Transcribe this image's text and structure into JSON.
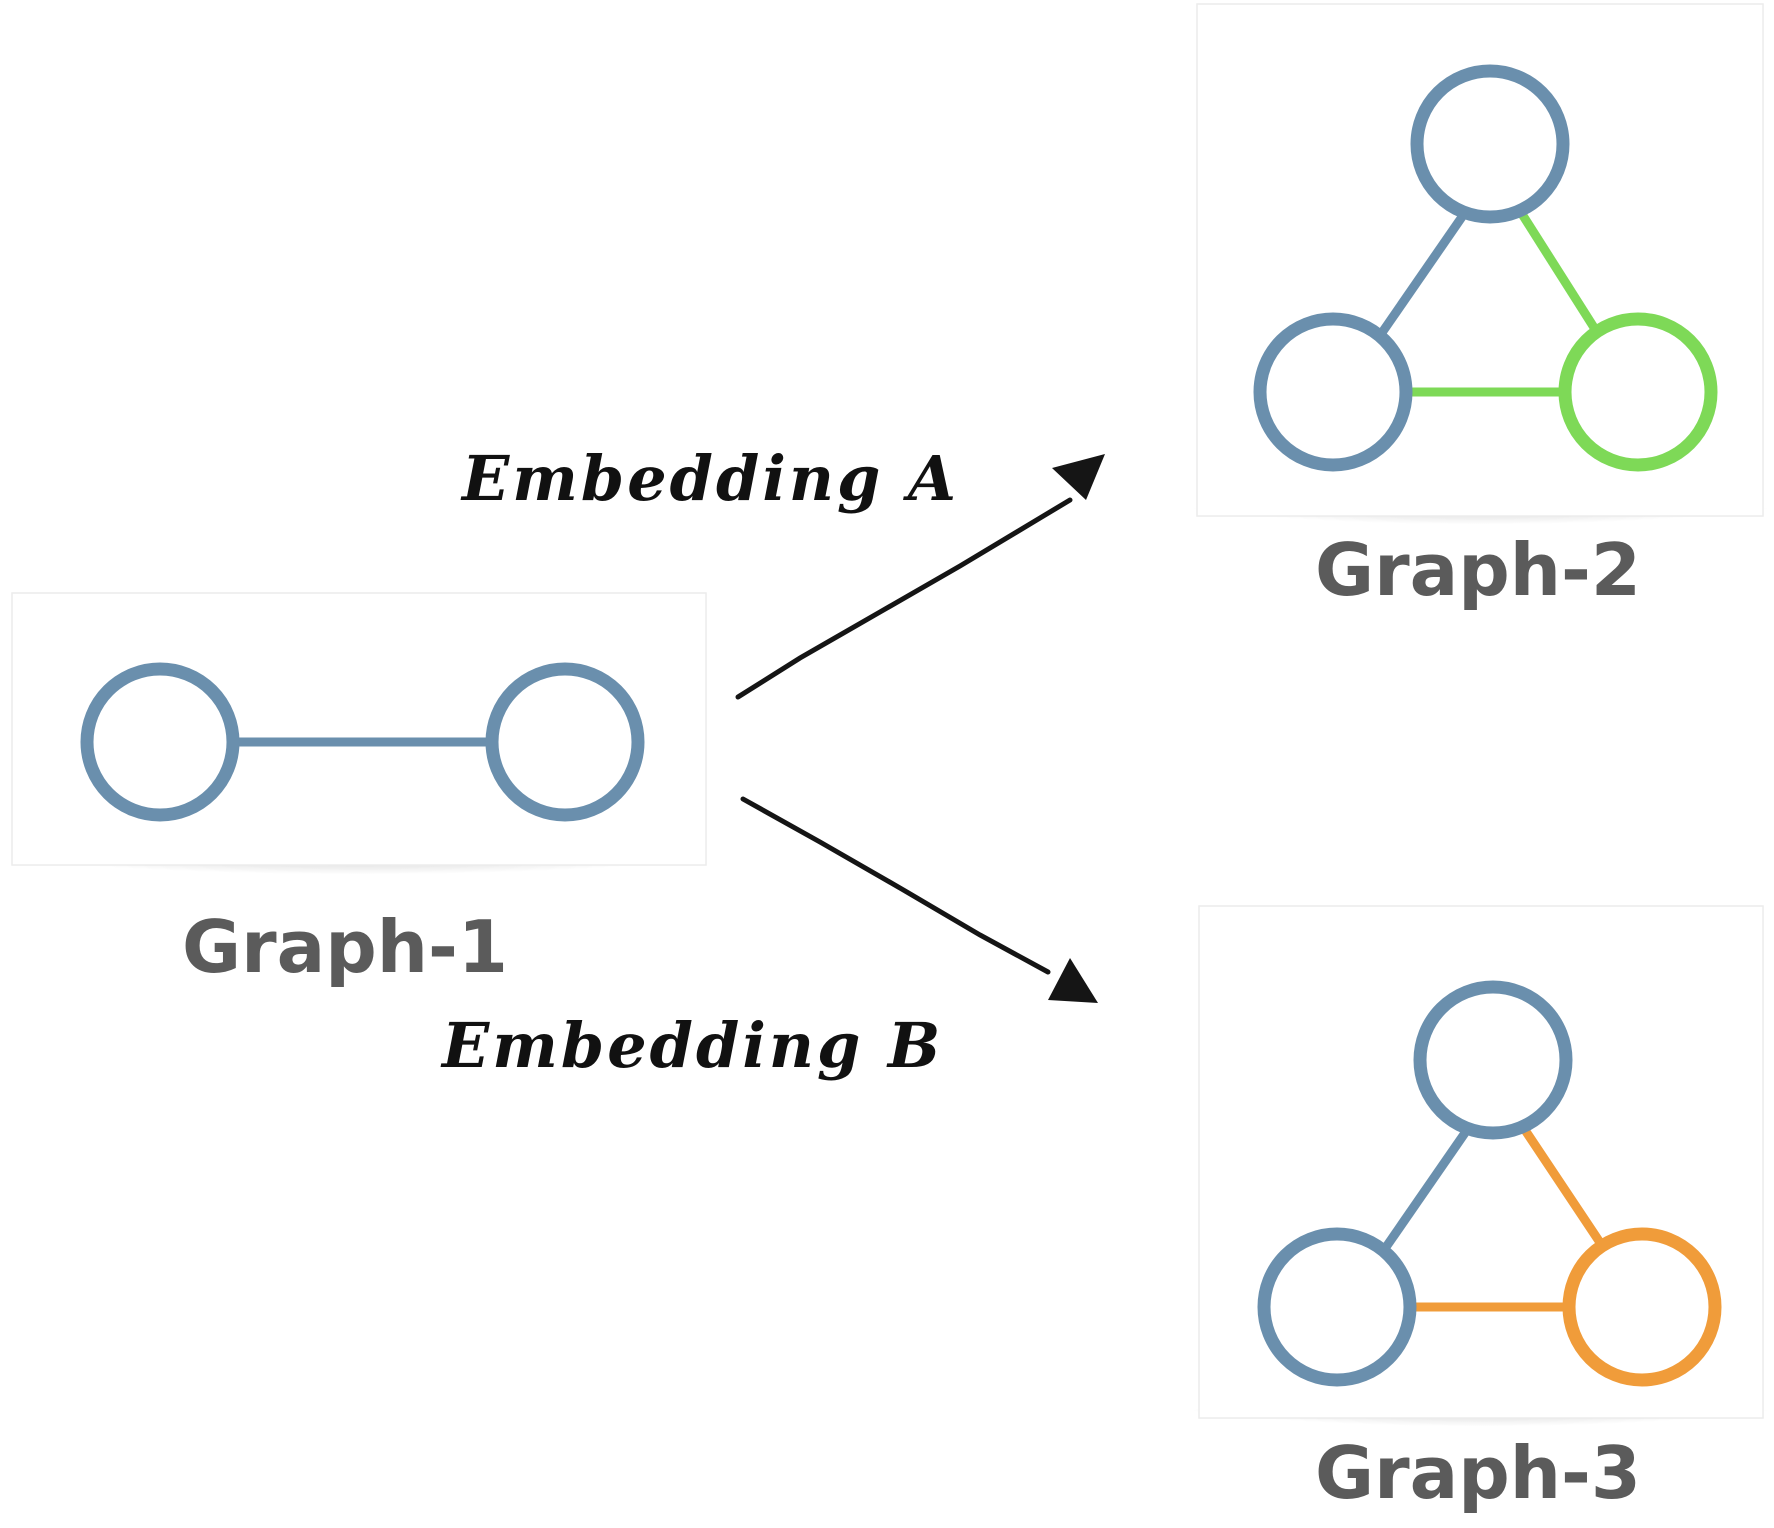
{
  "colors": {
    "node_default": "#6a8fad",
    "embedding_a": "#7ed957",
    "embedding_b": "#f09c3a",
    "label_text": "#5b5b5b",
    "arrow": "#151515"
  },
  "graphs": [
    {
      "id": "graph-1",
      "label": "Graph-1",
      "nodes": [
        "n1",
        "n2"
      ],
      "edges": [
        {
          "from": "n1",
          "to": "n2",
          "color": "#6a8fad"
        }
      ],
      "node_colors": {
        "n1": "#6a8fad",
        "n2": "#6a8fad"
      }
    },
    {
      "id": "graph-2",
      "label": "Graph-2",
      "nodes": [
        "top",
        "left",
        "right"
      ],
      "edges": [
        {
          "from": "top",
          "to": "left",
          "color": "#6a8fad"
        },
        {
          "from": "top",
          "to": "right",
          "color": "#7ed957"
        },
        {
          "from": "left",
          "to": "right",
          "color": "#7ed957"
        }
      ],
      "node_colors": {
        "top": "#6a8fad",
        "left": "#6a8fad",
        "right": "#7ed957"
      }
    },
    {
      "id": "graph-3",
      "label": "Graph-3",
      "nodes": [
        "top",
        "left",
        "right"
      ],
      "edges": [
        {
          "from": "top",
          "to": "left",
          "color": "#6a8fad"
        },
        {
          "from": "top",
          "to": "right",
          "color": "#f09c3a"
        },
        {
          "from": "left",
          "to": "right",
          "color": "#f09c3a"
        }
      ],
      "node_colors": {
        "top": "#6a8fad",
        "left": "#6a8fad",
        "right": "#f09c3a"
      }
    }
  ],
  "arrows": [
    {
      "label": "Embedding A",
      "from": "graph-1",
      "to": "graph-2"
    },
    {
      "label": "Embedding B",
      "from": "graph-1",
      "to": "graph-3"
    }
  ]
}
